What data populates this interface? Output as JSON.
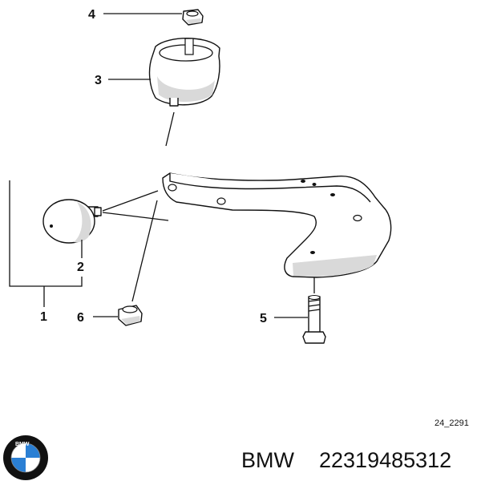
{
  "callouts": {
    "p1": "1",
    "p2": "2",
    "p3": "3",
    "p4": "4",
    "p5": "5",
    "p6": "6"
  },
  "diagram_code": "24_2291",
  "footer": {
    "brand": "BMW",
    "part_number": "22319485312"
  },
  "logo": {
    "text": "BMW",
    "colors": {
      "ring": "#111111",
      "blue": "#2a7fd4",
      "white": "#ffffff"
    }
  }
}
